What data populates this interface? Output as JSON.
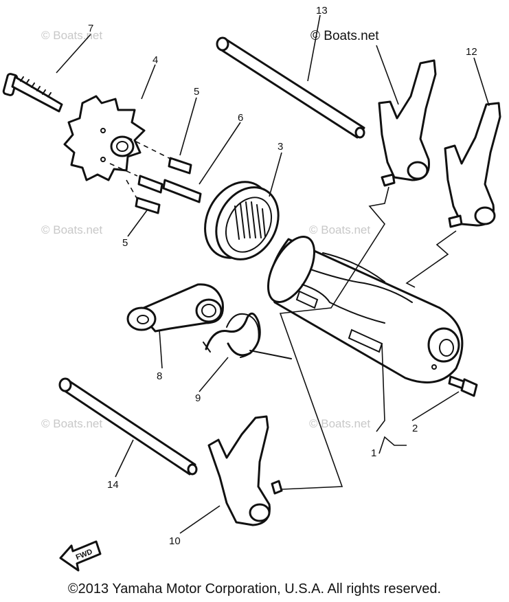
{
  "watermark": {
    "text": "© Boats.net",
    "dark_text": "© Boats.net"
  },
  "callouts": {
    "n1": "1",
    "n2": "2",
    "n3": "3",
    "n4": "4",
    "n5a": "5",
    "n5b": "5",
    "n6": "6",
    "n7": "7",
    "n8": "8",
    "n9": "9",
    "n10": "10",
    "n12": "12",
    "n13": "13",
    "n14": "14"
  },
  "fwd_label": "FWD",
  "copyright": "©2013 Yamaha Motor Corporation, U.S.A. All rights reserved.",
  "colors": {
    "line": "#111111",
    "watermark": "#c8c8c8",
    "background": "#ffffff"
  }
}
